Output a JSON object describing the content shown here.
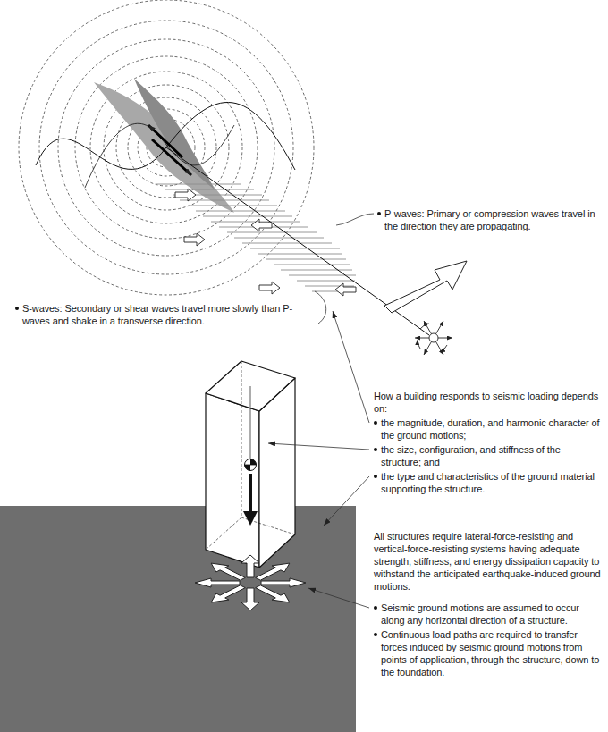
{
  "diagram": {
    "labels": [
      "P-waves: Primary or compression waves travel in the direction they are propagating.",
      "S-waves: Secondary or shear waves travel more slowly than P-waves and shake in a transverse direction.",
      "How a building responds to seismic loading depends on:",
      "the magnitude, duration, and harmonic character of the ground motions;",
      "the size, configuration, and stiffness of the structure; and",
      "the type and characteristics of the ground material supporting the structure.",
      "All structures require lateral-force-resisting and vertical-force-resisting systems having adequate strength, stiffness, and energy dissipation capacity to withstand the anticipated earthquake-induced ground motions.",
      "Seismic ground motions are assumed to occur along any horizontal direction of a structure.",
      "Continuous load paths are required to transfer forces induced by seismic ground motions from points of application, through the structure, down to the foundation."
    ]
  }
}
